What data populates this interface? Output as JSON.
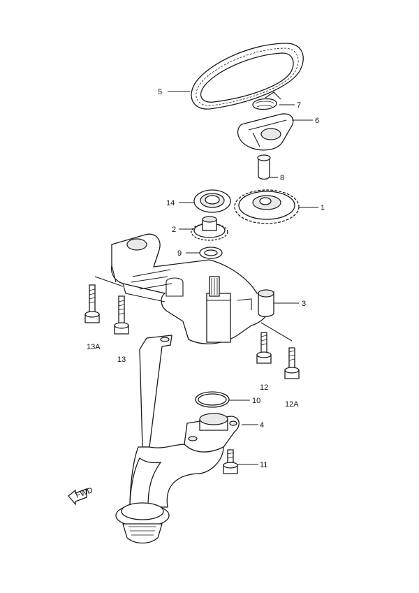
{
  "callouts": [
    {
      "id": "5",
      "text": "5"
    },
    {
      "id": "7",
      "text": "7"
    },
    {
      "id": "6",
      "text": "6"
    },
    {
      "id": "8",
      "text": "8"
    },
    {
      "id": "14",
      "text": "14"
    },
    {
      "id": "1",
      "text": "1"
    },
    {
      "id": "2",
      "text": "2"
    },
    {
      "id": "9",
      "text": "9"
    },
    {
      "id": "3",
      "text": "3"
    },
    {
      "id": "13A",
      "text": "13A"
    },
    {
      "id": "13",
      "text": "13"
    },
    {
      "id": "12",
      "text": "12"
    },
    {
      "id": "12A",
      "text": "12A"
    },
    {
      "id": "10",
      "text": "10"
    },
    {
      "id": "4",
      "text": "4"
    },
    {
      "id": "11",
      "text": "11"
    }
  ],
  "direction_marker": "FWD",
  "colors": {
    "ink": "#1a1a1a",
    "background": "#ffffff"
  }
}
